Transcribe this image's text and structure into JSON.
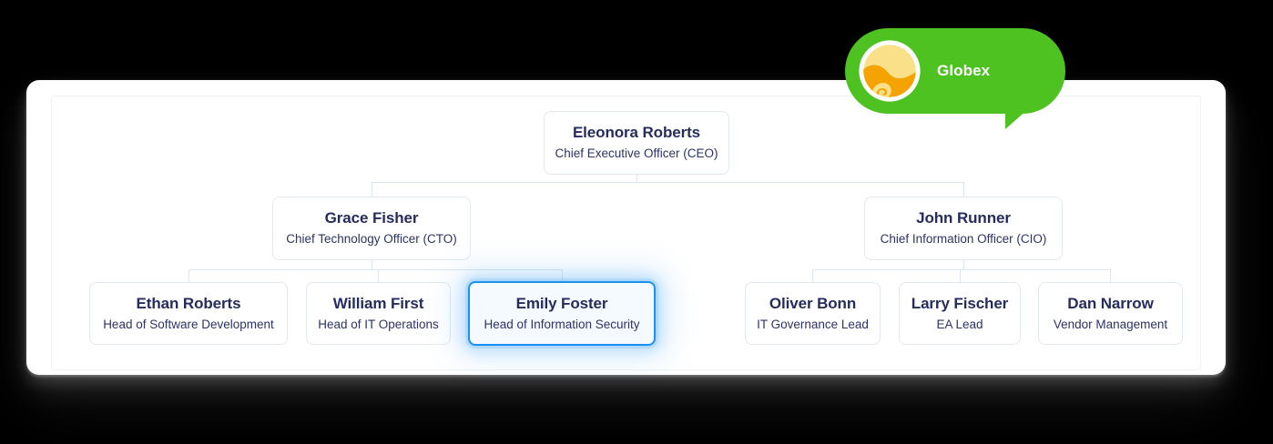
{
  "background_color": "#000000",
  "card": {
    "background": "#ffffff"
  },
  "badge": {
    "brand_label": "Globex",
    "color": "#4ec220",
    "logo_icon": "globex-sun-wave-logo-icon",
    "logo_colors": {
      "sun": "#fbe08a",
      "wave": "#f5a300",
      "ring": "#ffffff"
    }
  },
  "chart_data": {
    "type": "diagram",
    "diagram_kind": "org-chart",
    "title": "",
    "accent_color": "#1a91f0",
    "node_text_color": "#262c5c",
    "connector_color": "#dde5ee",
    "levels": [
      {
        "level": 1,
        "nodes": [
          {
            "id": "ceo",
            "name": "Eleonora Roberts",
            "title": "Chief Executive Officer (CEO)",
            "selected": false
          }
        ]
      },
      {
        "level": 2,
        "nodes": [
          {
            "id": "cto",
            "name": "Grace Fisher",
            "title": "Chief Technology Officer (CTO)",
            "parent": "ceo",
            "selected": false
          },
          {
            "id": "cio",
            "name": "John Runner",
            "title": "Chief Information Officer (CIO)",
            "parent": "ceo",
            "selected": false
          }
        ]
      },
      {
        "level": 3,
        "nodes": [
          {
            "id": "swdev",
            "name": "Ethan Roberts",
            "title": "Head of Software Development",
            "parent": "cto",
            "selected": false
          },
          {
            "id": "itops",
            "name": "William First",
            "title": "Head of IT Operations",
            "parent": "cto",
            "selected": false
          },
          {
            "id": "infosec",
            "name": "Emily Foster",
            "title": "Head of Information Security",
            "parent": "cto",
            "selected": true
          },
          {
            "id": "itgov",
            "name": "Oliver Bonn",
            "title": "IT Governance Lead",
            "parent": "cio",
            "selected": false
          },
          {
            "id": "ea",
            "name": "Larry Fischer",
            "title": "EA Lead",
            "parent": "cio",
            "selected": false
          },
          {
            "id": "vendor",
            "name": "Dan Narrow",
            "title": "Vendor Management",
            "parent": "cio",
            "selected": false
          }
        ]
      }
    ]
  }
}
